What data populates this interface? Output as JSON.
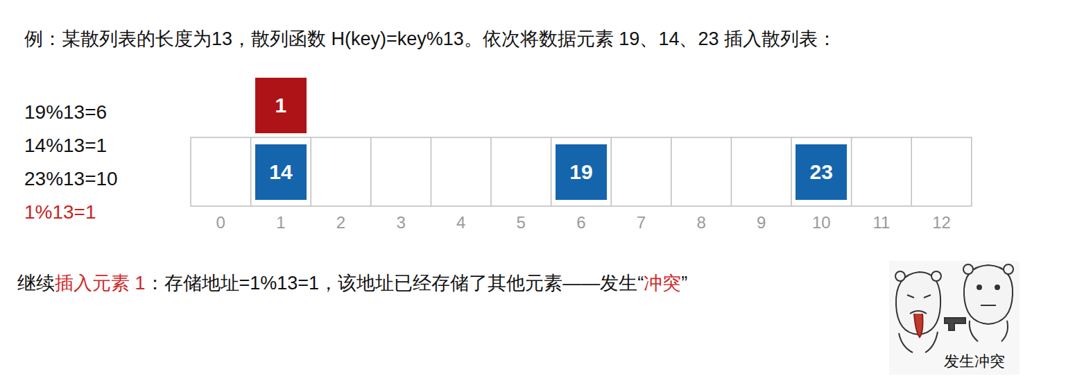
{
  "diagram": {
    "title": "例：某散列表的长度为13，散列函数 H(key)=key%13。依次将数据元素 19、14、23 插入散列表：",
    "nodes": [
      {
        "text": [
          "1"
        ]
      },
      {
        "text": [
          "14"
        ]
      },
      {
        "text": [
          "19"
        ]
      },
      {
        "text": [
          "23"
        ]
      }
    ],
    "labels": [
      "19%13=6",
      "14%13=1",
      "23%13=10",
      "1%13=1",
      "0",
      "1",
      "2",
      "3",
      "4",
      "5",
      "6",
      "7",
      "8",
      "9",
      "10",
      "11",
      "12",
      "继续",
      "插入元素 1",
      "：存储地址=1%13=1，该地址已经存储了其他元素——发生“",
      "冲突",
      "”",
      "发生冲突"
    ]
  }
}
